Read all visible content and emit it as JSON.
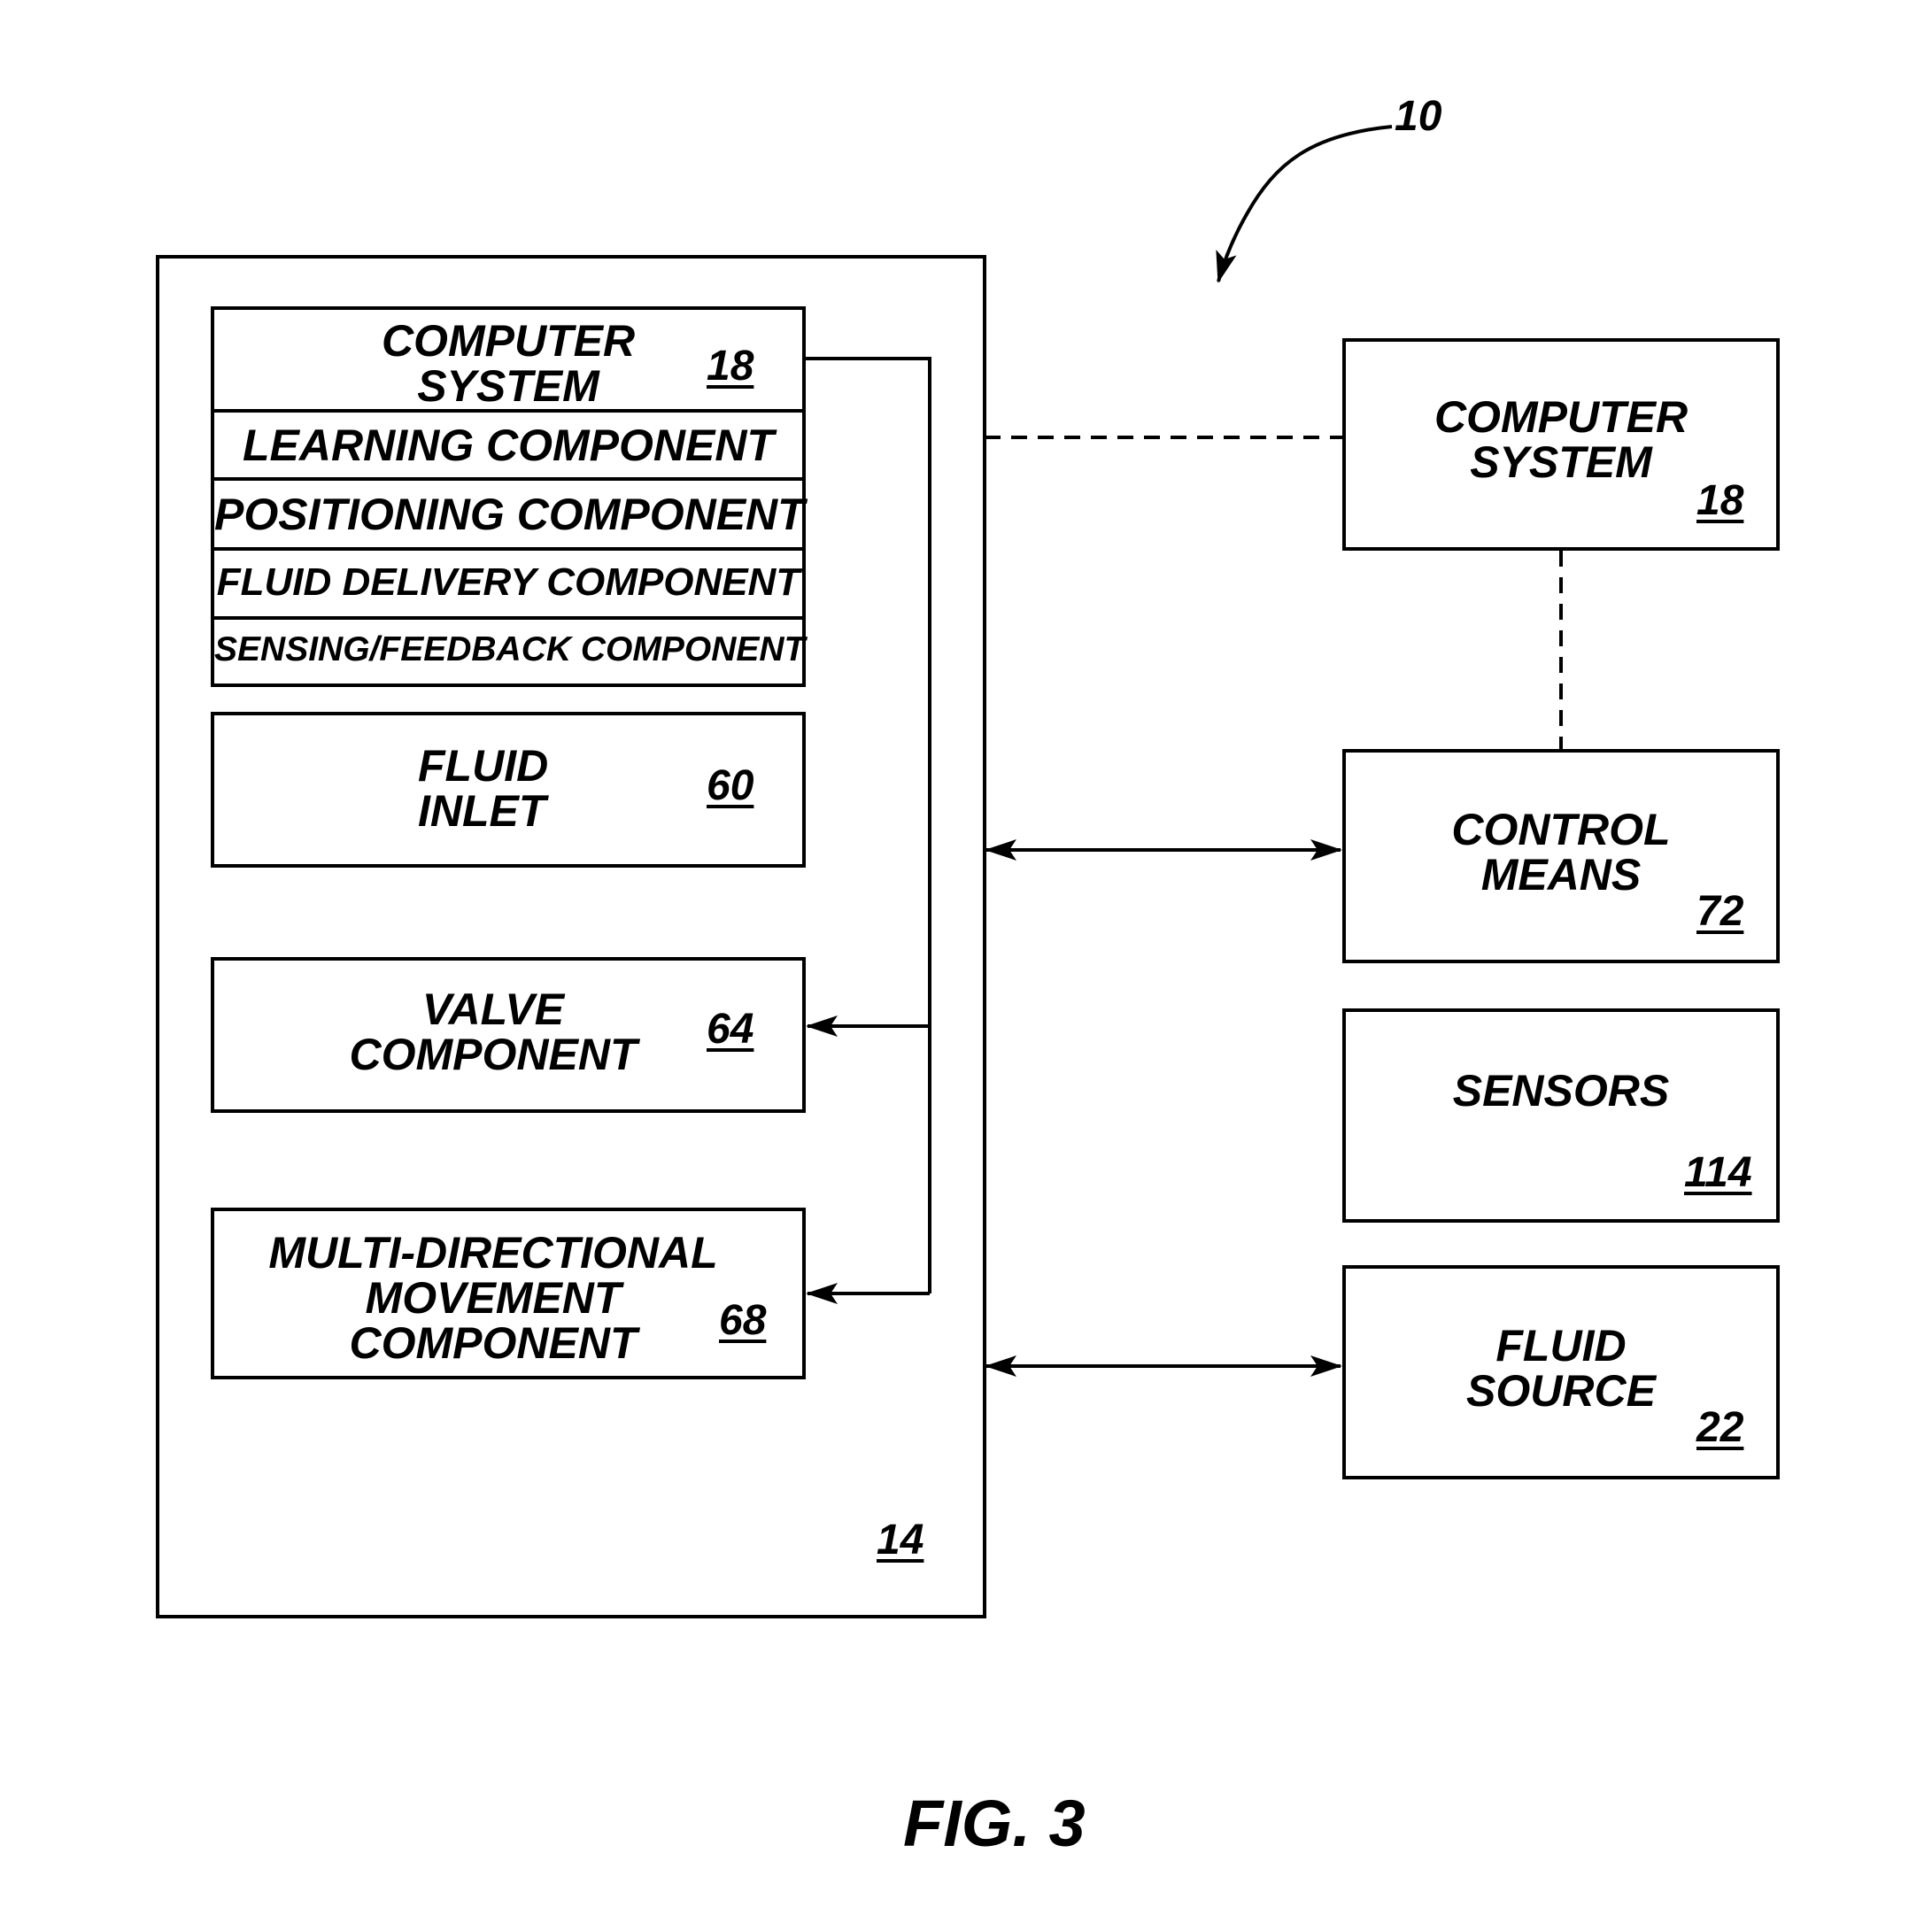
{
  "diagram": {
    "reference_label": "10",
    "caption": "FIG. 3",
    "main_unit": {
      "ref": "14",
      "computer_system": {
        "title": "COMPUTER\nSYSTEM",
        "ref": "18",
        "components": [
          "LEARNING COMPONENT",
          "POSITIONING COMPONENT",
          "FLUID DELIVERY COMPONENT",
          "SENSING/FEEDBACK COMPONENT"
        ]
      },
      "fluid_inlet": {
        "title": "FLUID\nINLET",
        "ref": "60"
      },
      "valve_component": {
        "title": "VALVE\nCOMPONENT",
        "ref": "64"
      },
      "movement_component": {
        "title": "MULTI-DIRECTIONAL\nMOVEMENT\nCOMPONENT",
        "ref": "68"
      }
    },
    "external": {
      "computer_system": {
        "title": "COMPUTER\nSYSTEM",
        "ref": "18"
      },
      "control_means": {
        "title": "CONTROL\nMEANS",
        "ref": "72"
      },
      "sensors": {
        "title": "SENSORS",
        "ref": "114"
      },
      "fluid_source": {
        "title": "FLUID\nSOURCE",
        "ref": "22"
      }
    }
  }
}
